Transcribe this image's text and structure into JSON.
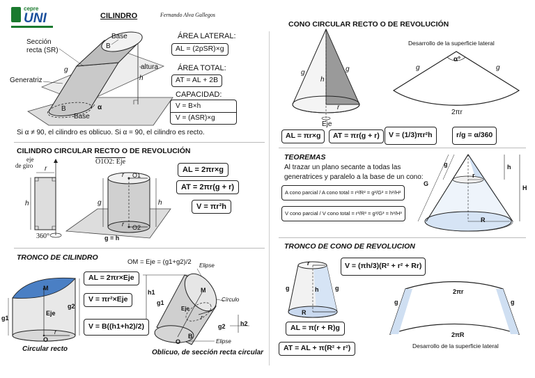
{
  "logo": {
    "small": "cepre",
    "big": "UNI"
  },
  "author": "Fernando Alva Gallegos",
  "cyl": {
    "title": "CILINDRO",
    "base": "Base",
    "B_top": "B",
    "seccion": "Sección",
    "recta_sr": "recta (SR)",
    "g": "g",
    "altura": "altura",
    "h": "h",
    "generatriz": "Generatriz",
    "B_bot": "B",
    "base_bot": "Base",
    "alpha": "α",
    "area_lat_title": "ÁREA LATERAL:",
    "area_lat": "AL = (2pSR)×g",
    "area_tot_title": "ÁREA TOTAL:",
    "area_tot": "AT = AL + 2B",
    "cap_title": "CAPACIDAD:",
    "cap1": "V = B×h",
    "cap2": "V = (ASR)×g",
    "note": "Si α ≠ 90, el cilindro es oblicuo.  Si α = 90, el cilindro es recto."
  },
  "ccr": {
    "title": "CILINDRO CIRCULAR RECTO O DE REVOLUCIÓN",
    "eje": "eje",
    "de_giro": "de giro",
    "r": "r",
    "h": "h",
    "deg": "360°",
    "o1o2": "O1O2: Eje",
    "O1": "O1",
    "O2": "O2",
    "g": "g",
    "gh": "g = h",
    "al": "AL = 2πr×g",
    "at": "AT = 2πr(g + r)",
    "v": "V = πr²h"
  },
  "tronco_cil": {
    "title": "TRONCO DE CILINDRO",
    "om": "OM = Eje = (g1+g2)/2",
    "elipse": "Elipse",
    "circulo": "Círculo",
    "elipse2": "Elipse",
    "al": "AL = 2πr×Eje",
    "v1": "V = πr²×Eje",
    "v2": "V = B((h1+h2)/2)",
    "M": "M",
    "eje": "Eje",
    "g1": "g1",
    "g2": "g2",
    "r": "r",
    "O": "O",
    "h1": "h1",
    "h2": "h2",
    "B": "B",
    "cap_recto": "Circular recto",
    "cap_oblicuo": "Oblicuo, de sección recta circular"
  },
  "cono": {
    "title": "CONO CIRCULAR RECTO O DE REVOLUCIÓN",
    "desarrollo": "Desarrollo de la superficie lateral",
    "g": "g",
    "h": "h",
    "r": "r",
    "eje": "Eje",
    "alpha": "α°",
    "two_pi_r": "2πr",
    "al": "AL = πr×g",
    "at": "AT = πr(g + r)",
    "v": "V = (1/3)πr²h",
    "ratio": "r/g = α/360"
  },
  "teoremas": {
    "title": "TEOREMAS",
    "line1": "Al trazar un plano secante a todas las",
    "line2": "generatrices y paralelo a la base de un cono:",
    "f1": "A cono parcial / A cono total = r²/R² = g²/G² = h²/H²",
    "f2": "V cono parcial / V cono total = r³/R³ = g³/G³ = h³/H³",
    "G": "G",
    "g": "g",
    "h": "h",
    "H": "H",
    "r": "r",
    "R": "R"
  },
  "tronco_cono": {
    "title": "TRONCO DE CONO DE REVOLUCION",
    "v": "V = (πh/3)(R² + r² + Rr)",
    "al": "AL = π(r + R)g",
    "at": "AT = AL + π(R² + r²)",
    "r": "r",
    "R": "R",
    "g": "g",
    "h": "h",
    "two_pi_r": "2πr",
    "two_pi_R": "2πR",
    "desarrollo": "Desarrollo de la superficie lateral"
  }
}
